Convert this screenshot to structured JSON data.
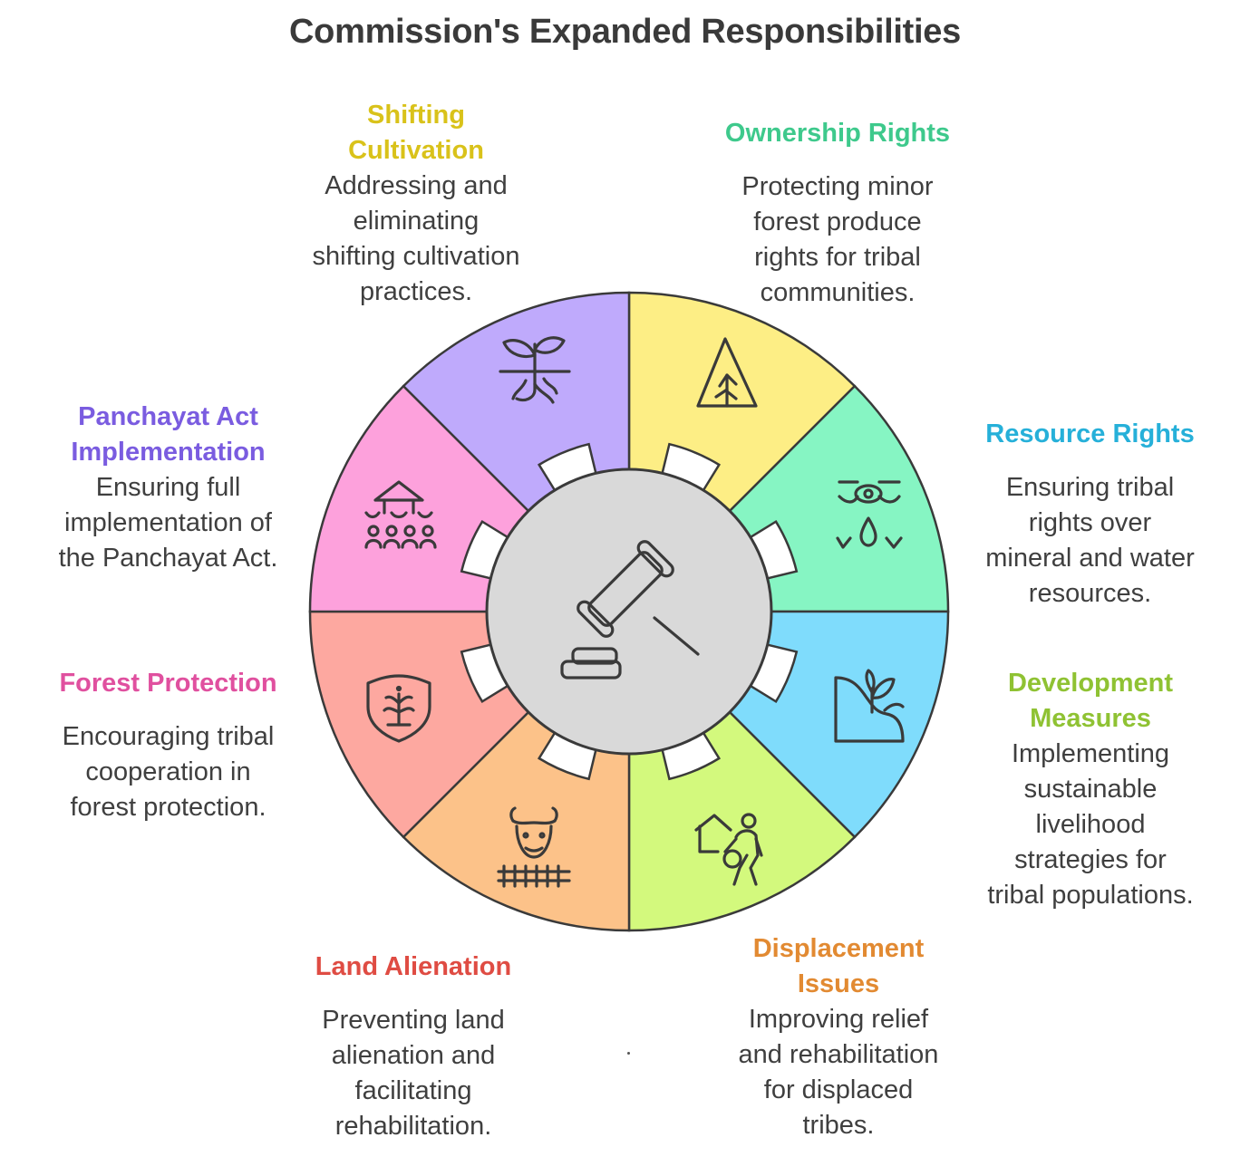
{
  "title": "Commission's Expanded Responsibilities",
  "center_icon": "gavel-icon",
  "segments": [
    {
      "key": "shifting",
      "title": "Shifting Cultivation",
      "title_lines": [
        "Shifting",
        "Cultivation"
      ],
      "desc_lines": [
        "Addressing and",
        "eliminating",
        "shifting cultivation",
        "practices."
      ],
      "color": "#fdee85",
      "title_color": "#d9c21a",
      "icon": "sprout-roots-icon"
    },
    {
      "key": "ownership",
      "title": "Ownership Rights",
      "title_lines": [
        "Ownership Rights"
      ],
      "desc_lines": [
        "Protecting minor",
        "forest produce",
        "rights for tribal",
        "communities."
      ],
      "color": "#86f5c3",
      "title_color": "#3ec98c",
      "icon": "forest-tree-icon"
    },
    {
      "key": "resource",
      "title": "Resource Rights",
      "title_lines": [
        "Resource Rights"
      ],
      "desc_lines": [
        "Ensuring tribal",
        "rights over",
        "mineral and water",
        "resources."
      ],
      "color": "#7fdcfc",
      "title_color": "#26b0d9",
      "icon": "mineral-water-icon"
    },
    {
      "key": "development",
      "title": "Development Measures",
      "title_lines": [
        "Development",
        "Measures"
      ],
      "desc_lines": [
        "Implementing",
        "sustainable",
        "livelihood",
        "strategies for",
        "tribal populations."
      ],
      "color": "#d3f97d",
      "title_color": "#8fc233",
      "icon": "hill-plant-icon"
    },
    {
      "key": "displacement",
      "title": "Displacement Issues",
      "title_lines": [
        "Displacement",
        "Issues"
      ],
      "desc_lines": [
        "Improving relief",
        "and rehabilitation",
        "for displaced",
        "tribes."
      ],
      "color": "#fcc289",
      "title_color": "#e28a32",
      "icon": "displaced-person-icon"
    },
    {
      "key": "land",
      "title": "Land Alienation",
      "title_lines": [
        "Land Alienation"
      ],
      "desc_lines": [
        "Preventing land",
        "alienation and",
        "facilitating",
        "rehabilitation."
      ],
      "color": "#fda8a0",
      "title_color": "#df4c43",
      "icon": "cattle-fence-icon"
    },
    {
      "key": "forest",
      "title": "Forest Protection",
      "title_lines": [
        "Forest Protection"
      ],
      "desc_lines": [
        "Encouraging tribal",
        "cooperation in",
        "forest protection."
      ],
      "color": "#fda1dc",
      "title_color": "#e0509f",
      "icon": "shield-tree-icon"
    },
    {
      "key": "panchayat",
      "title": "Panchayat Act Implementation",
      "title_lines": [
        "Panchayat Act",
        "Implementation"
      ],
      "desc_lines": [
        "Ensuring full",
        "implementation of",
        "the Panchayat Act."
      ],
      "color": "#bfaafc",
      "title_color": "#7a5ce0",
      "icon": "village-assembly-icon"
    }
  ],
  "stray_mark": "."
}
